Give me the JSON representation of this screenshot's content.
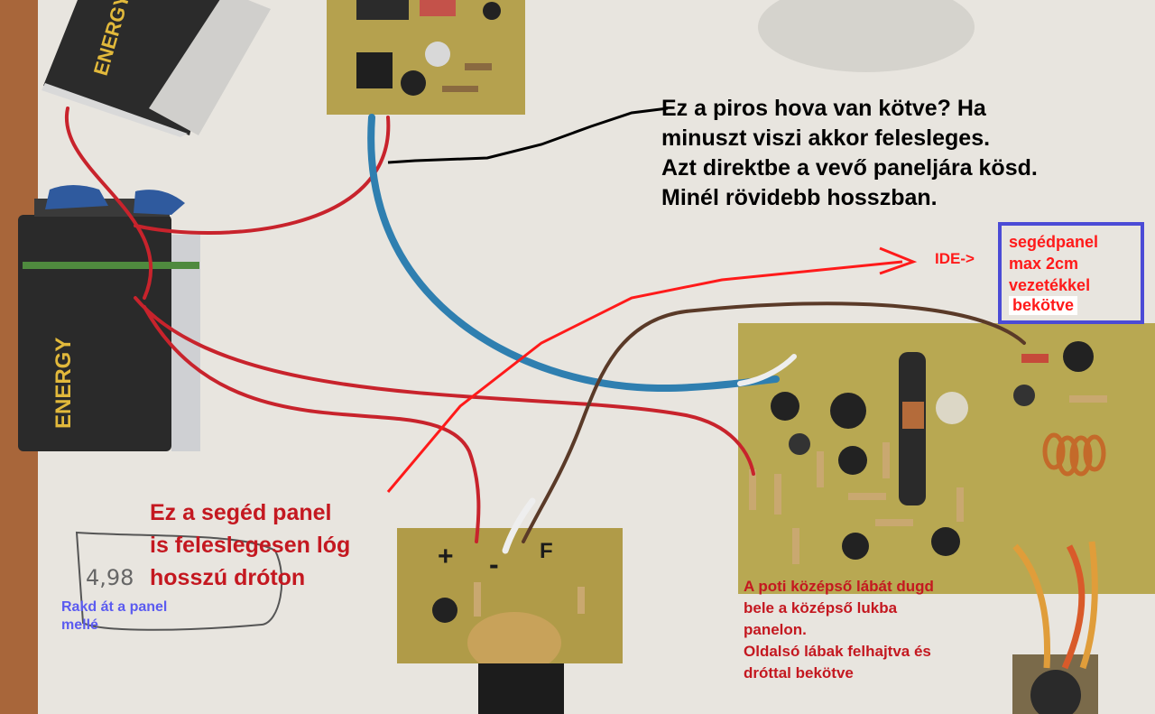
{
  "annotations": {
    "main_note": "Ez a piros hova van kötve? Ha\nminuszt viszi akkor felesleges.\nAzt direktbe a vevő paneljára kösd.\nMinél rövidebb hosszban.",
    "ide_arrow": "IDE->",
    "box_note": "segédpanel\nmax 2cm\nvezetékkel",
    "box_note_last": "bekötve",
    "seged_panel_note": "Ez a segéd panel\nis feleslegesen lóg\nhosszú dróton",
    "rakd_note": "Rakd át a panel\nmellé",
    "poti_note": "A poti középső lábát dugd\nbele a középső lukba\npanelon.\nOldalsó lábak felhajtva és\ndróttal bekötve"
  },
  "photo_text": {
    "battery_brand": "ENERGY",
    "small_board_labels": [
      "+",
      "-",
      "F"
    ],
    "handwriting": "4,98"
  },
  "colors": {
    "wire_red": "#c8232c",
    "wire_blue": "#2f7fb0",
    "wire_brown": "#5a3a28",
    "annotation_red": "#ff1a1a",
    "box_blue": "#4b4bd6",
    "pcb": "#b7a554"
  }
}
